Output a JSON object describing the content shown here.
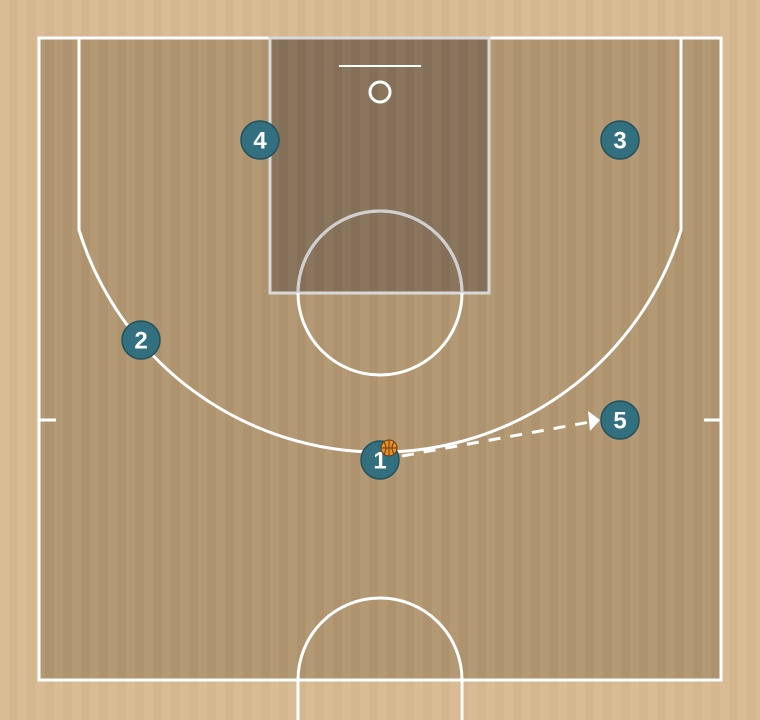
{
  "colors": {
    "outer_floor": "#d4b68f",
    "court_floor": "#b09570",
    "paint": "#86705a",
    "lines": "#ffffff",
    "player_fill": "#32707f",
    "player_stroke": "#24525d",
    "ball": "#e8902a"
  },
  "players": [
    {
      "id": "1",
      "label": "1",
      "has_ball": true
    },
    {
      "id": "2",
      "label": "2",
      "has_ball": false
    },
    {
      "id": "3",
      "label": "3",
      "has_ball": false
    },
    {
      "id": "4",
      "label": "4",
      "has_ball": false
    },
    {
      "id": "5",
      "label": "5",
      "has_ball": false
    }
  ],
  "actions": [
    {
      "type": "pass",
      "from": "1",
      "to": "5",
      "line_style": "dashed"
    }
  ],
  "icons": {
    "ball": "basketball-icon",
    "pass_arrow": "arrow-head-icon"
  }
}
